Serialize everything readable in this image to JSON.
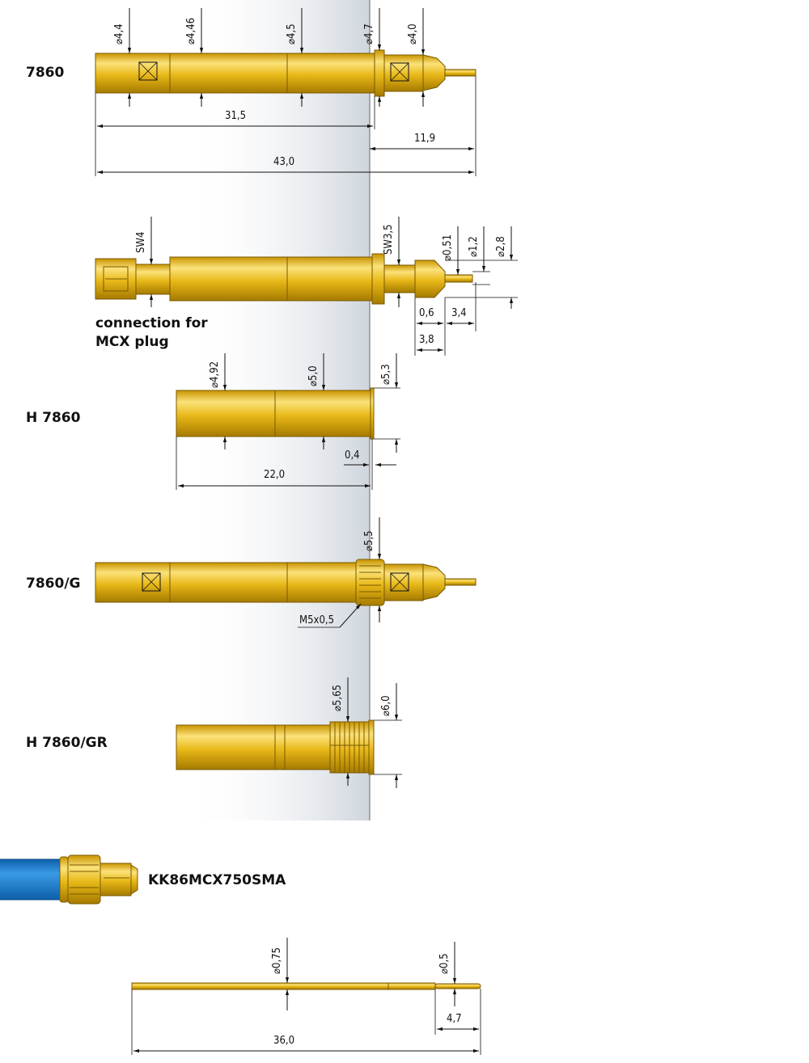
{
  "parts": {
    "p1": {
      "label": "7860",
      "d1": "⌀4,4",
      "d2": "⌀4,46",
      "d3": "⌀4,5",
      "d4": "⌀4,7",
      "d5": "⌀4,0",
      "len_a": "31,5",
      "len_b": "11,9",
      "len_total": "43,0"
    },
    "p2": {
      "sw_a": "SW4",
      "sw_b": "SW3,5",
      "d1": "⌀0,51",
      "d2": "⌀1,2",
      "d3": "⌀2,8",
      "len_a": "0,6",
      "len_b": "3,4",
      "len_c": "3,8",
      "note_line1": "connection for",
      "note_line2": "MCX plug"
    },
    "p3": {
      "label": "H 7860",
      "d1": "⌀4,92",
      "d2": "⌀5,0",
      "d3": "⌀5,3",
      "len_a": "0,4",
      "len_total": "22,0"
    },
    "p4": {
      "label": "7860/G",
      "d1": "⌀5,5",
      "thread": "M5x0,5"
    },
    "p5": {
      "label": "H 7860/GR",
      "d1": "⌀5,65",
      "d2": "⌀6,0"
    },
    "p6": {
      "label": "KK86MCX750SMA"
    },
    "p7": {
      "d1": "⌀0,75",
      "d2": "⌀0,5",
      "len_a": "4,7",
      "len_total": "36,0"
    }
  },
  "colors": {
    "gold": "#e8b818",
    "gold_light": "#fbe27a",
    "gold_dark": "#b88a00",
    "cable_blue": "#1e7fd0",
    "background_panel": "#d8dde4"
  }
}
